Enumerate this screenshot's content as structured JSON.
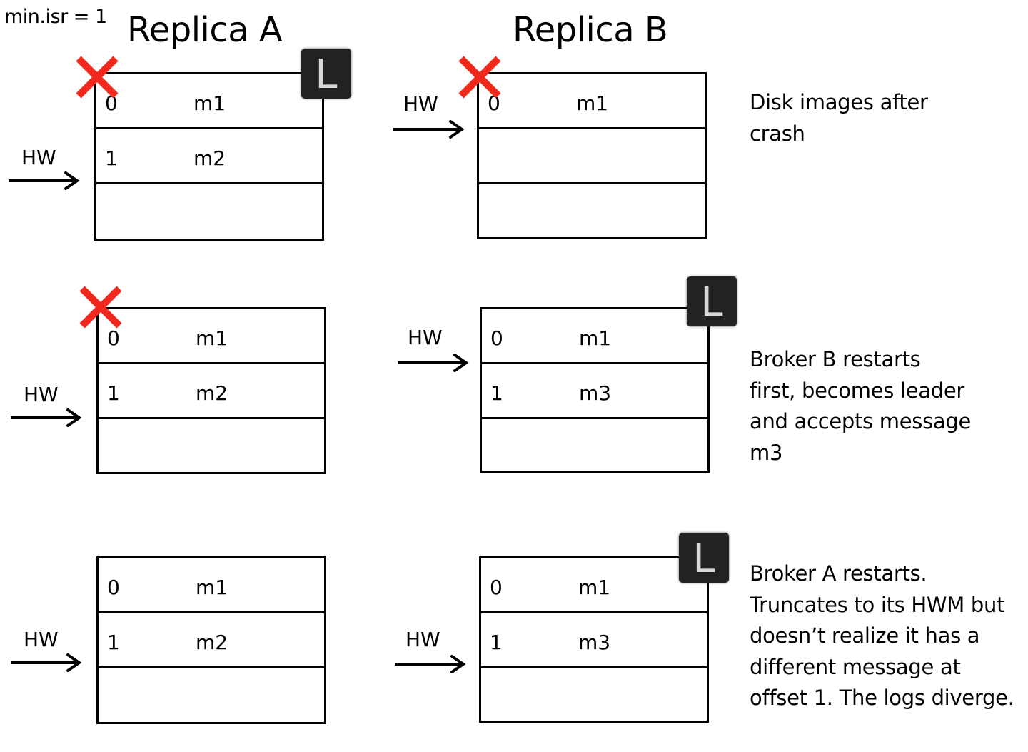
{
  "config": {
    "min_isr_label": "min.isr = 1"
  },
  "headers": {
    "replica_a": "Replica A",
    "replica_b": "Replica B"
  },
  "colors": {
    "crash_x": "#f0281e",
    "leader_badge": "#222222",
    "line": "#000000"
  },
  "hw_label": "HW",
  "leader_label": "L",
  "stages": [
    {
      "caption": [
        "Disk images after",
        "crash"
      ],
      "replica_a": {
        "crashed": true,
        "leader": true,
        "rows": [
          {
            "offset": "0",
            "msg": "m1"
          },
          {
            "offset": "1",
            "msg": "m2"
          },
          {
            "offset": "",
            "msg": ""
          }
        ]
      },
      "replica_b": {
        "crashed": true,
        "leader": false,
        "rows": [
          {
            "offset": "0",
            "msg": "m1"
          },
          {
            "offset": "",
            "msg": ""
          },
          {
            "offset": "",
            "msg": ""
          }
        ]
      }
    },
    {
      "caption": [
        "Broker B restarts",
        "first, becomes leader",
        "and accepts message",
        "m3"
      ],
      "replica_a": {
        "crashed": true,
        "leader": false,
        "rows": [
          {
            "offset": "0",
            "msg": "m1"
          },
          {
            "offset": "1",
            "msg": "m2"
          },
          {
            "offset": "",
            "msg": ""
          }
        ]
      },
      "replica_b": {
        "crashed": false,
        "leader": true,
        "rows": [
          {
            "offset": "0",
            "msg": "m1"
          },
          {
            "offset": "1",
            "msg": "m3"
          },
          {
            "offset": "",
            "msg": ""
          }
        ]
      }
    },
    {
      "caption": [
        "Broker A restarts.",
        "Truncates to its HWM but",
        "doesn’t realize it has a",
        "different message at",
        "offset 1. The logs diverge."
      ],
      "replica_a": {
        "crashed": false,
        "leader": false,
        "rows": [
          {
            "offset": "0",
            "msg": "m1"
          },
          {
            "offset": "1",
            "msg": "m2"
          },
          {
            "offset": "",
            "msg": ""
          }
        ]
      },
      "replica_b": {
        "crashed": false,
        "leader": true,
        "rows": [
          {
            "offset": "0",
            "msg": "m1"
          },
          {
            "offset": "1",
            "msg": "m3"
          },
          {
            "offset": "",
            "msg": ""
          }
        ]
      }
    }
  ]
}
